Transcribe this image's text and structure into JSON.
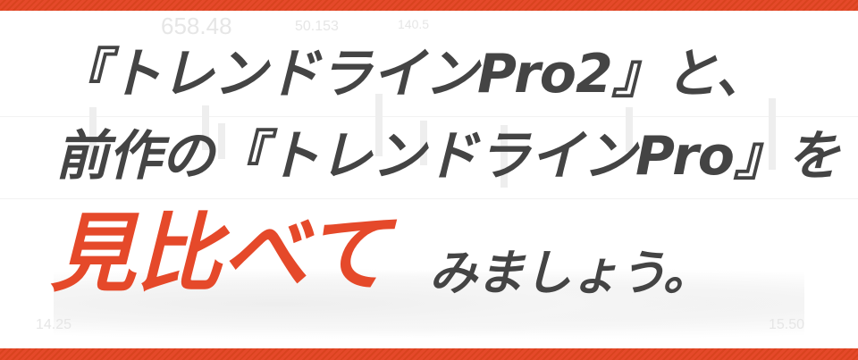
{
  "headline": {
    "line1": "『トレンドラインPro2』と、",
    "line2": "前作の『トレンドラインPro』を",
    "emphasis": "見比べて",
    "line3_rest": "みましょう。"
  },
  "background_numbers": [
    "658.48",
    "14.25",
    "50.153",
    "140.5",
    "15.50"
  ],
  "colors": {
    "accent": "#e5492a",
    "text": "#444444"
  }
}
